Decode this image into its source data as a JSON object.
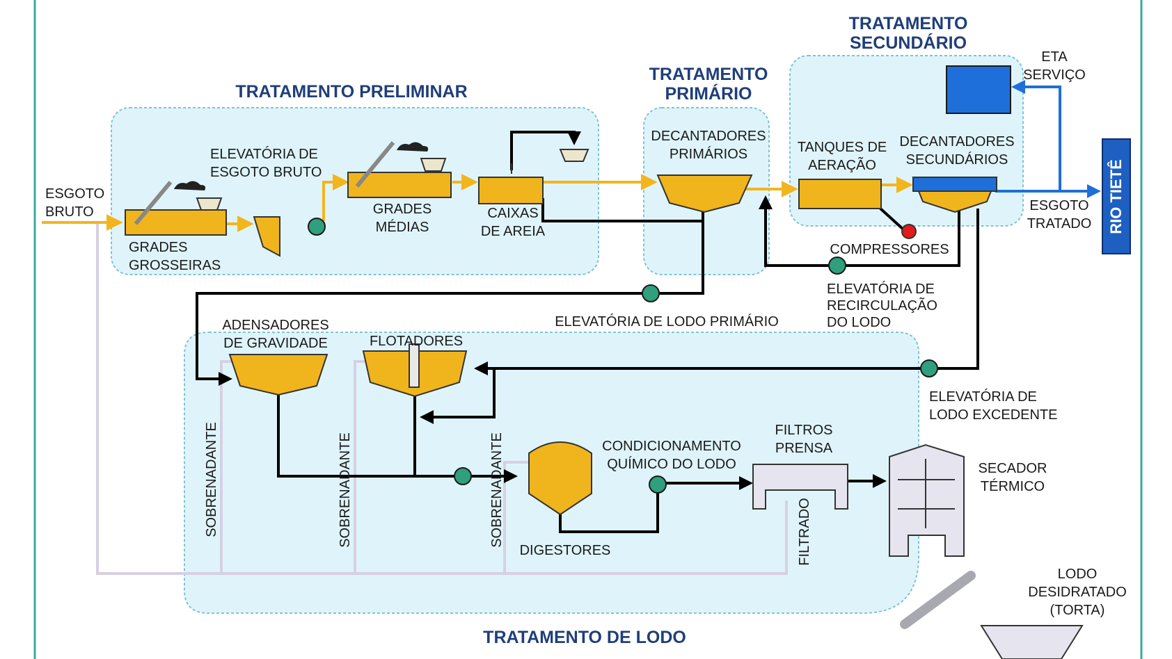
{
  "sections": {
    "preliminar": "TRATAMENTO PRELIMINAR",
    "primario_1": "TRATAMENTO",
    "primario_2": "PRIMÁRIO",
    "secundario_1": "TRATAMENTO",
    "secundario_2": "SECUNDÁRIO",
    "lodo": "TRATAMENTO DE LODO"
  },
  "labels": {
    "esgoto_bruto_1": "ESGOTO",
    "esgoto_bruto_2": "BRUTO",
    "grades_grosseiras_1": "GRADES",
    "grades_grosseiras_2": "GROSSEIRAS",
    "elevatoria_bruto_1": "ELEVATÓRIA DE",
    "elevatoria_bruto_2": "ESGOTO BRUTO",
    "grades_medias_1": "GRADES",
    "grades_medias_2": "MÉDIAS",
    "caixas_areia_1": "CAIXAS",
    "caixas_areia_2": "DE AREIA",
    "decantadores_primarios_1": "DECANTADORES",
    "decantadores_primarios_2": "PRIMÁRIOS",
    "tanques_aeracao_1": "TANQUES DE",
    "tanques_aeracao_2": "AERAÇÃO",
    "decantadores_secundarios_1": "DECANTADORES",
    "decantadores_secundarios_2": "SECUNDÁRIOS",
    "eta_servico_1": "ETA",
    "eta_servico_2": "SERVIÇO",
    "esgoto_tratado_1": "ESGOTO",
    "esgoto_tratado_2": "TRATADO",
    "rio_tiete": "RIO TIETÊ",
    "compressores": "COMPRESSORES",
    "elevatoria_recirc_1": "ELEVATÓRIA DE",
    "elevatoria_recirc_2": "RECIRCULAÇÃO",
    "elevatoria_recirc_3": "DO LODO",
    "elevatoria_lodo_primario": "ELEVATÓRIA DE LODO PRIMÁRIO",
    "adensadores_1": "ADENSADORES",
    "adensadores_2": "DE GRAVIDADE",
    "flotadores": "FLOTADORES",
    "elevatoria_excedente_1": "ELEVATÓRIA DE",
    "elevatoria_excedente_2": "LODO EXCEDENTE",
    "condicionamento_1": "CONDICIONAMENTO",
    "condicionamento_2": "QUÍMICO DO LODO",
    "filtros_prensa_1": "FILTROS",
    "filtros_prensa_2": "PRENSA",
    "secador_1": "SECADOR",
    "secador_2": "TÉRMICO",
    "digestores": "DIGESTORES",
    "sobrenadante": "SOBRENADANTE",
    "filtrado": "FILTRADO",
    "lodo_desidratado_1": "LODO",
    "lodo_desidratado_2": "DESIDRATADO",
    "lodo_desidratado_3": "(TORTA)"
  },
  "colors": {
    "flow_sewage": "#f2b51e",
    "flow_sludge": "#000000",
    "flow_treated": "#1e6fd9",
    "flow_supernatant": "#d6d0e3",
    "zone_fill": "#dff4fa",
    "zone_border": "#7ec3d6",
    "tank_fill": "#f0b51d",
    "pump": "#2f9f7e",
    "compressor": "#e21b1b",
    "section_title": "#1f3e7a",
    "frame": "#3aa89a"
  }
}
